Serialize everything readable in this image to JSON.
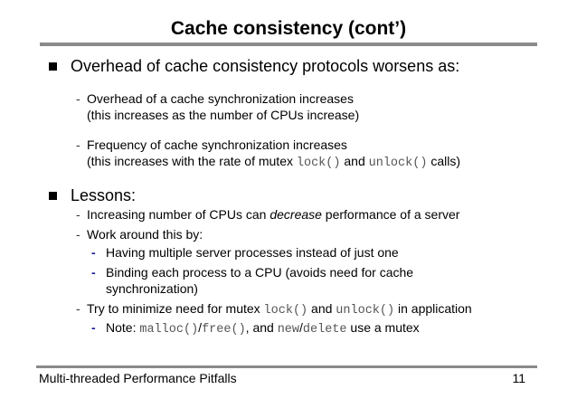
{
  "title": "Cache consistency (cont’)",
  "bullets": {
    "b1": "Overhead of cache consistency protocols worsens as:",
    "b1_s1_line1": "Overhead of a cache synchronization increases",
    "b1_s1_line2": "(this increases as the number of CPUs increase)",
    "b1_s2_line1": "Frequency of cache synchronization increases",
    "b1_s2_line2_a": "(this increases with the rate of mutex ",
    "b1_s2_line2_code1": "lock()",
    "b1_s2_line2_b": " and ",
    "b1_s2_line2_code2": "unlock()",
    "b1_s2_line2_c": " calls)",
    "b2": "Lessons:",
    "b2_s1_a": "Increasing number of CPUs can ",
    "b2_s1_em": "decrease",
    "b2_s1_b": " performance of a server",
    "b2_s2": "Work around this by:",
    "b2_s2_s1": "Having multiple server processes instead of just one",
    "b2_s2_s2_line1": "Binding each process to a CPU (avoids need for cache",
    "b2_s2_s2_line2": "synchronization)",
    "b2_s3_a": "Try to minimize need for mutex ",
    "b2_s3_code1": "lock()",
    "b2_s3_b": " and ",
    "b2_s3_code2": "unlock()",
    "b2_s3_c": " in application",
    "b2_s3_s1_a": "Note: ",
    "b2_s3_s1_code1": "malloc()",
    "b2_s3_s1_sep1": "/",
    "b2_s3_s1_code2": "free()",
    "b2_s3_s1_b": ", and ",
    "b2_s3_s1_code3": "new",
    "b2_s3_s1_sep2": "/",
    "b2_s3_s1_code4": "delete",
    "b2_s3_s1_c": " use a mutex"
  },
  "dash_char": "-",
  "footer": {
    "text": "Multi-threaded Performance Pitfalls",
    "page_number": "11"
  },
  "colors": {
    "rule": "#8a8a8a",
    "level3_dash": "#1a1a9a",
    "code_text": "#555555"
  }
}
